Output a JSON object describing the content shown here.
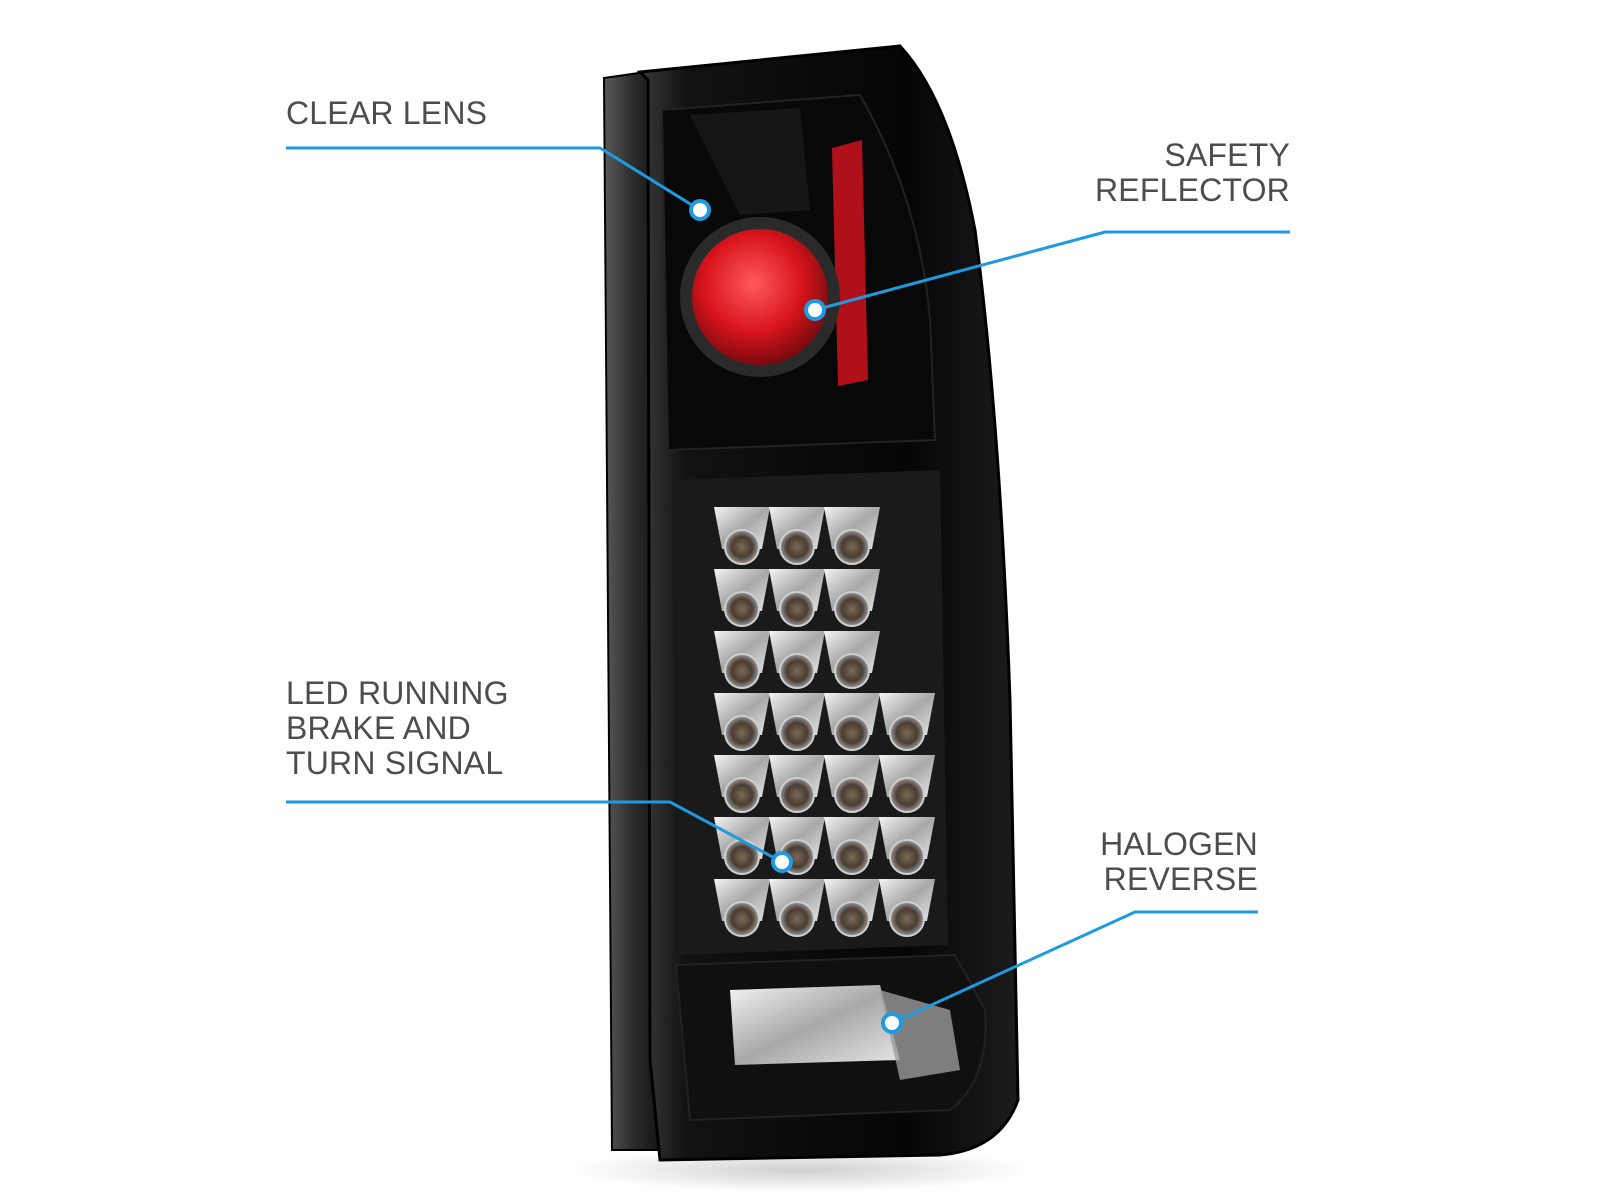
{
  "colors": {
    "callout": "#1e9be0",
    "label_text": "#4d4d4d",
    "housing": "#0d0d0d",
    "reflector": "#d8141c",
    "chrome": "#d9d9d9"
  },
  "callouts": [
    {
      "id": "clear-lens",
      "lines": [
        "CLEAR LENS"
      ]
    },
    {
      "id": "safety-reflector",
      "lines": [
        "SAFETY",
        "REFLECTOR"
      ]
    },
    {
      "id": "led-running",
      "lines": [
        "LED RUNNING",
        "BRAKE AND",
        "TURN SIGNAL"
      ]
    },
    {
      "id": "halogen-reverse",
      "lines": [
        "HALOGEN",
        "REVERSE"
      ]
    }
  ],
  "product": {
    "name": "led-tail-light"
  }
}
